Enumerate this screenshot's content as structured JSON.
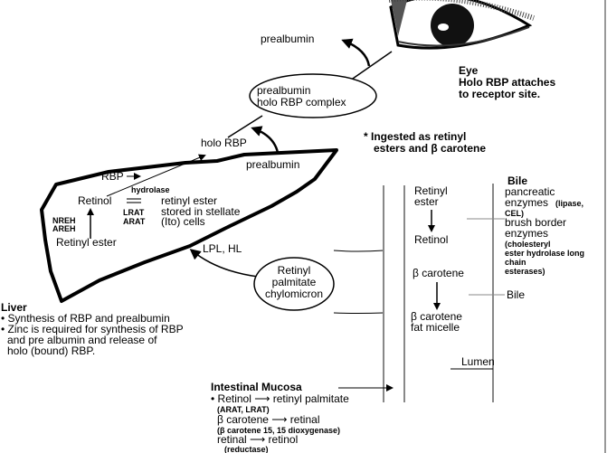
{
  "eye": {
    "title": "Eye",
    "line1": "Holo RBP attaches",
    "line2": "to receptor site."
  },
  "top_prealbumin": "prealbumin",
  "complex": {
    "line1": "prealbumin",
    "line2": "holo RBP complex"
  },
  "holo_rbp": "holo RBP",
  "liver_prealbumin": "prealbumin",
  "ingested": {
    "line1": "* Ingested as retinyl",
    "line2": "esters and β carotene"
  },
  "liver_inner": {
    "rbp": "RBP",
    "hydrolase": "hydrolase",
    "retinol": "Retinol",
    "lrat": "LRAT",
    "arat": "ARAT",
    "stored1": "retinyl ester",
    "stored2": "stored in  stellate",
    "stored3": "(Ito) cells",
    "nreh": "NREH",
    "areh": "AREH",
    "retinyl_ester": "Retinyl ester"
  },
  "lpl": "LPL, HL",
  "chylomicron": {
    "line1": "Retinyl",
    "line2": "palmitate",
    "line3": "chylomicron"
  },
  "liver_notes": {
    "title": "Liver",
    "b1": "• Synthesis of RBP and prealbumin",
    "b2a": "• Zinc is required for synthesis of RBP",
    "b2b": "and pre albumin and release of",
    "b2c": "holo (bound) RBP."
  },
  "lumen_col": {
    "retinyl1": "Retinyl",
    "retinyl2": "ester",
    "retinol": "Retinol",
    "bcar": "β carotene",
    "micelle1": "β carotene",
    "micelle2": "fat micelle"
  },
  "right_col": {
    "bile1": "Bile",
    "panc": "pancreatic",
    "enz1": "enzymes",
    "lipase": "(lipase,",
    "cel": "CEL)",
    "brush": "brush border",
    "enz2": "enzymes",
    "chol1": "(cholesteryl",
    "chol2": "ester hydrolase long",
    "chol3": "chain",
    "chol4": "esterases)",
    "bile2": "Bile",
    "lumen": "Lumen"
  },
  "mucosa": {
    "title": "Intestinal Mucosa",
    "l1": "• Retinol ⟶ retinyl palmitate",
    "l2": "(ARAT, LRAT)",
    "l3": "β carotene ⟶ retinal",
    "l4": "(β carotene 15, 15 dioxygenase)",
    "l5": "retinal ⟶ retinol",
    "l6": "(reductase)"
  },
  "colors": {
    "line": "#000000",
    "membrane": "#888888"
  }
}
